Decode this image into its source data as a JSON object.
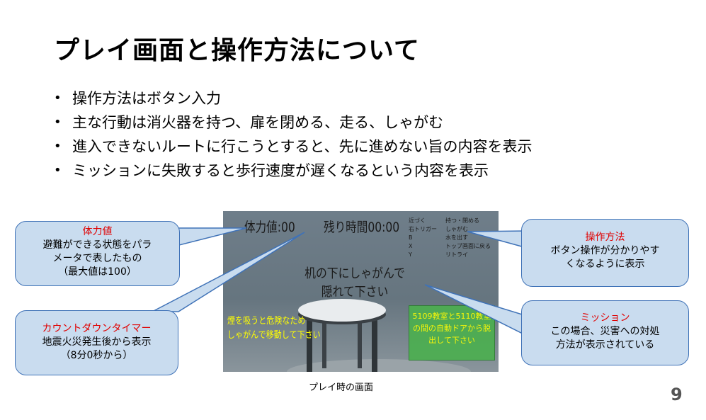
{
  "slide": {
    "title": "プレイ画面と操作方法について",
    "bullets": [
      "操作方法はボタン入力",
      "主な行動は消火器を持つ、扉を閉める、走る、しゃがむ",
      "進入できないルートに行こうとすると、先に進めない旨の内容を表示",
      "ミッションに失敗すると歩行速度が遅くなるという内容を表示"
    ],
    "bullet_glyph": "•",
    "caption": "プレイ時の画面",
    "page_number": "9"
  },
  "screenshot": {
    "hp_label": "体力値:00",
    "time_label": "残り時間00:00",
    "controls": [
      {
        "key": "近づく",
        "action": "持つ・閉める"
      },
      {
        "key": "右トリガー",
        "action": "しゃがむ"
      },
      {
        "key": "B",
        "action": "水を出す"
      },
      {
        "key": "X",
        "action": "トップ画面に戻る"
      },
      {
        "key": "Y",
        "action": "リトライ"
      }
    ],
    "hide_message": [
      "机の下にしゃがんで",
      "隠れて下さい"
    ],
    "smoke_message": [
      "煙を吸うと危険なため",
      "しゃがんで移動して下さい"
    ],
    "mission_message": [
      "5109教室と5110教室",
      "の間の自動ドアから脱",
      "出して下さい"
    ]
  },
  "callouts": {
    "hp": {
      "title": "体力値",
      "body": [
        "避難ができる状態をパラ",
        "メータで表したもの",
        "（最大値は100）"
      ]
    },
    "timer": {
      "title": "カウントダウンタイマー",
      "body": [
        "地震火災発生後から表示",
        "（8分0秒から）"
      ]
    },
    "controls": {
      "title": "操作方法",
      "body": [
        "ボタン操作が分かりやす",
        "くなるように表示"
      ]
    },
    "mission": {
      "title": "ミッション",
      "body": [
        "この場合、災害への対処",
        "方法が表示されている"
      ]
    }
  },
  "colors": {
    "callout_fill": "#c9dcef",
    "callout_border": "#3f72b7",
    "callout_title": "#e00000",
    "hud_yellow": "#ffff00",
    "mission_green": "#4caf50"
  }
}
